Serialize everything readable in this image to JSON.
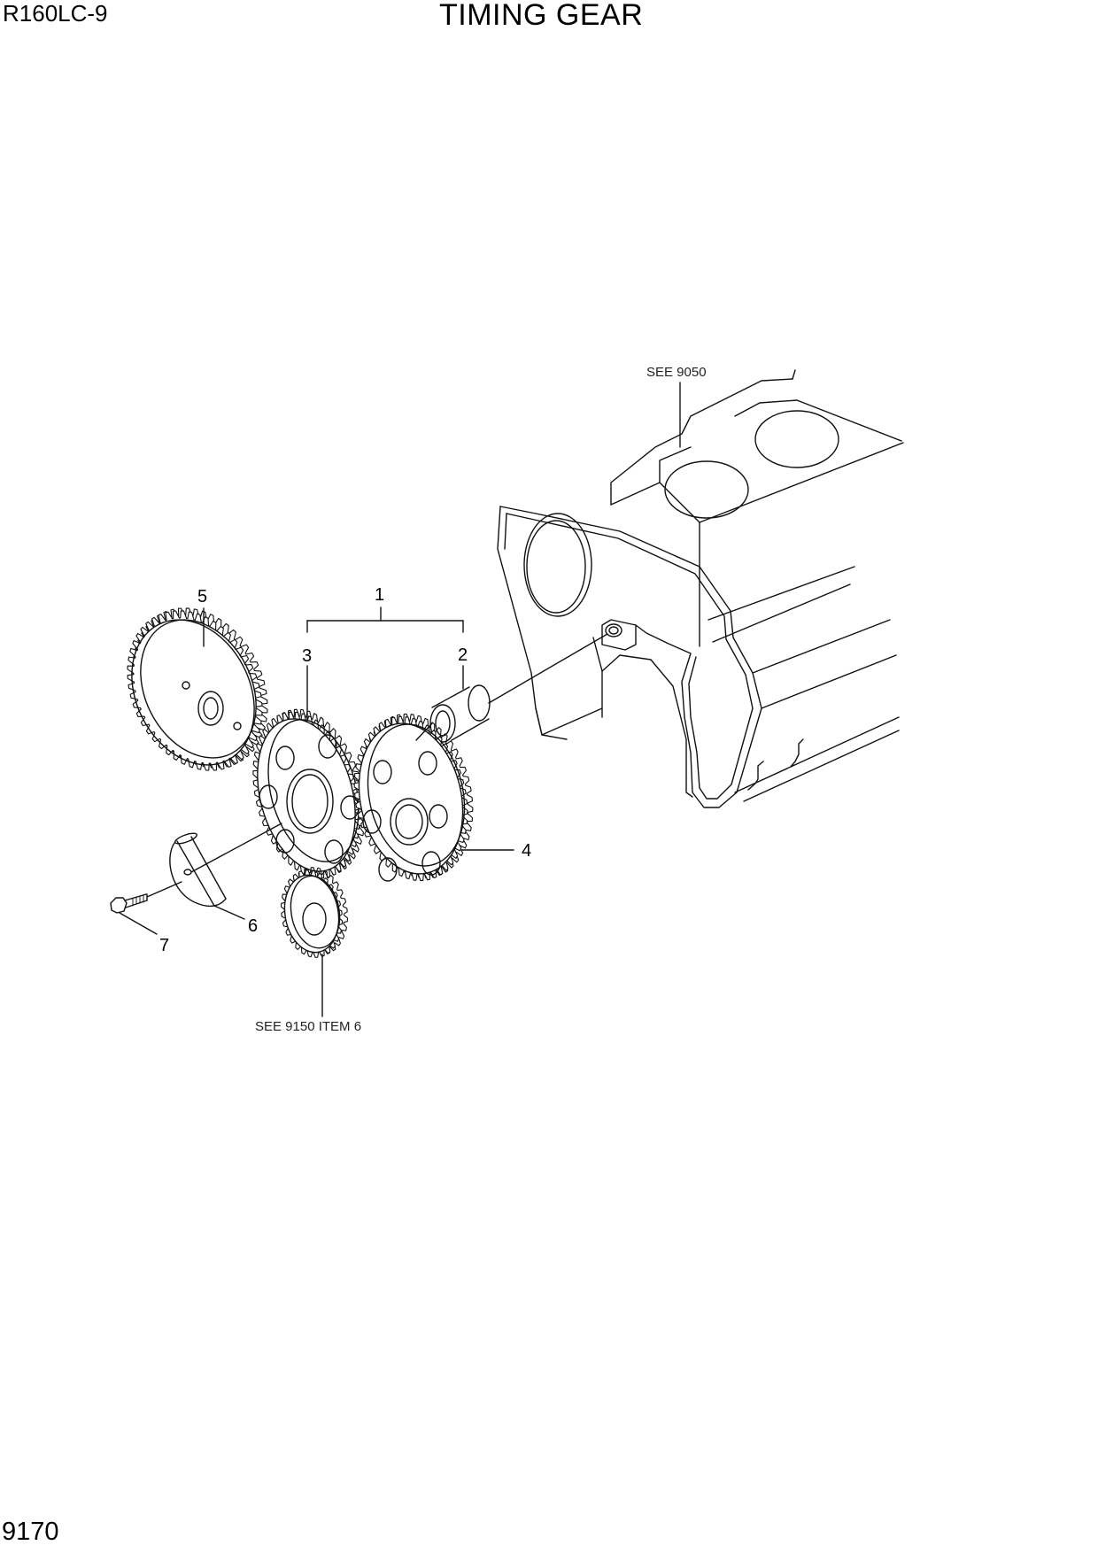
{
  "header": {
    "model": "R160LC-9",
    "title": "TIMING GEAR"
  },
  "footer": {
    "page_number": "9170"
  },
  "diagram": {
    "references": {
      "block": "SEE 9050",
      "crank_gear": "SEE 9150 ITEM 6"
    },
    "callouts": {
      "item1": "1",
      "item2": "2",
      "item3": "3",
      "item4": "4",
      "item5": "5",
      "item6": "6",
      "item7": "7"
    }
  }
}
